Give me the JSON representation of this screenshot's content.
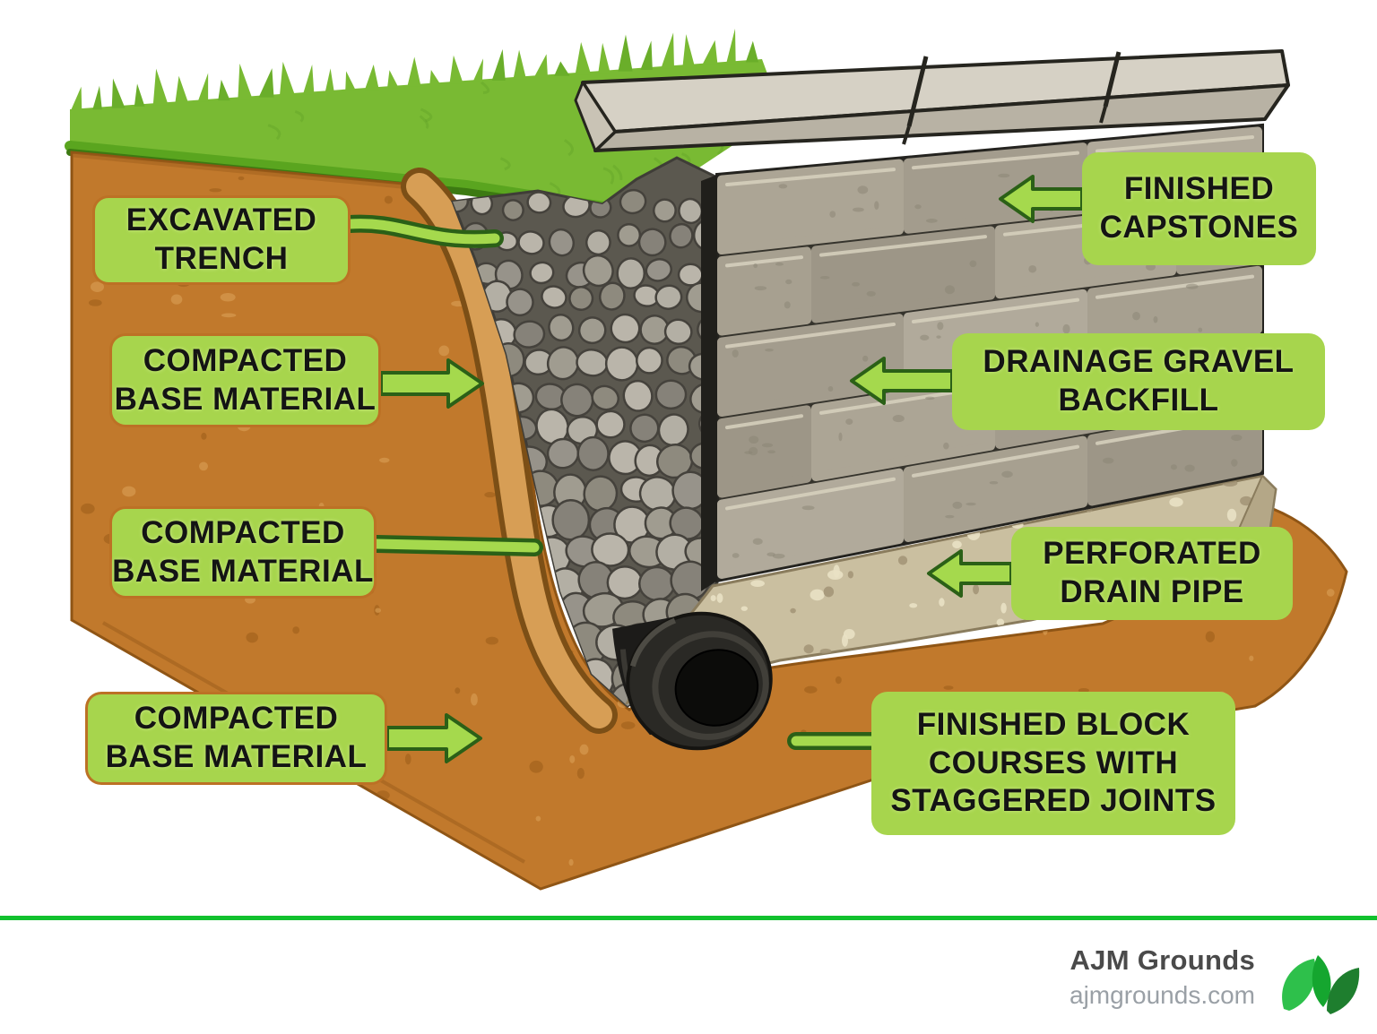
{
  "diagram": {
    "labels": [
      {
        "id": "excavated-trench",
        "text": "EXCAVATED\nTRENCH"
      },
      {
        "id": "compacted-base-1",
        "text": "COMPACTED\nBASE MATERIAL"
      },
      {
        "id": "compacted-base-2",
        "text": "COMPACTED\nBASE MATERIAL"
      },
      {
        "id": "compacted-base-3",
        "text": "COMPACTED\nBASE MATERIAL"
      },
      {
        "id": "finished-capstones",
        "text": "FINISHED\nCAPSTONES"
      },
      {
        "id": "drainage-gravel-backfill",
        "text": "DRAINAGE GRAVEL\nBACKFILL"
      },
      {
        "id": "perforated-drain-pipe",
        "text": "PERFORATED\nDRAIN PIPE"
      },
      {
        "id": "finished-block-courses",
        "text": "FINISHED BLOCK\nCOURSES WITH\nSTAGGERED JOINTS"
      }
    ],
    "subject": "Retaining wall construction cross-section"
  },
  "footer": {
    "brand": "AJM Grounds",
    "website": "ajmgrounds.com"
  },
  "colors": {
    "label_bg": "#a7d54d",
    "arrow_green": "#a5d94d",
    "arrow_outline": "#2b6017",
    "divider_green": "#12c12e",
    "grass_green": "#79ba33",
    "soil_orange": "#c1792c",
    "block_gray": "#a9a296",
    "gravel_gray": "#8e8a7e",
    "base_tan": "#cabfa0",
    "logo_leaf_light": "#2ec04b",
    "logo_leaf_mid": "#15a62f",
    "logo_leaf_dark": "#1e7e2e",
    "brand_text": "#4a4a4a",
    "website_text": "#9aa0a6"
  }
}
